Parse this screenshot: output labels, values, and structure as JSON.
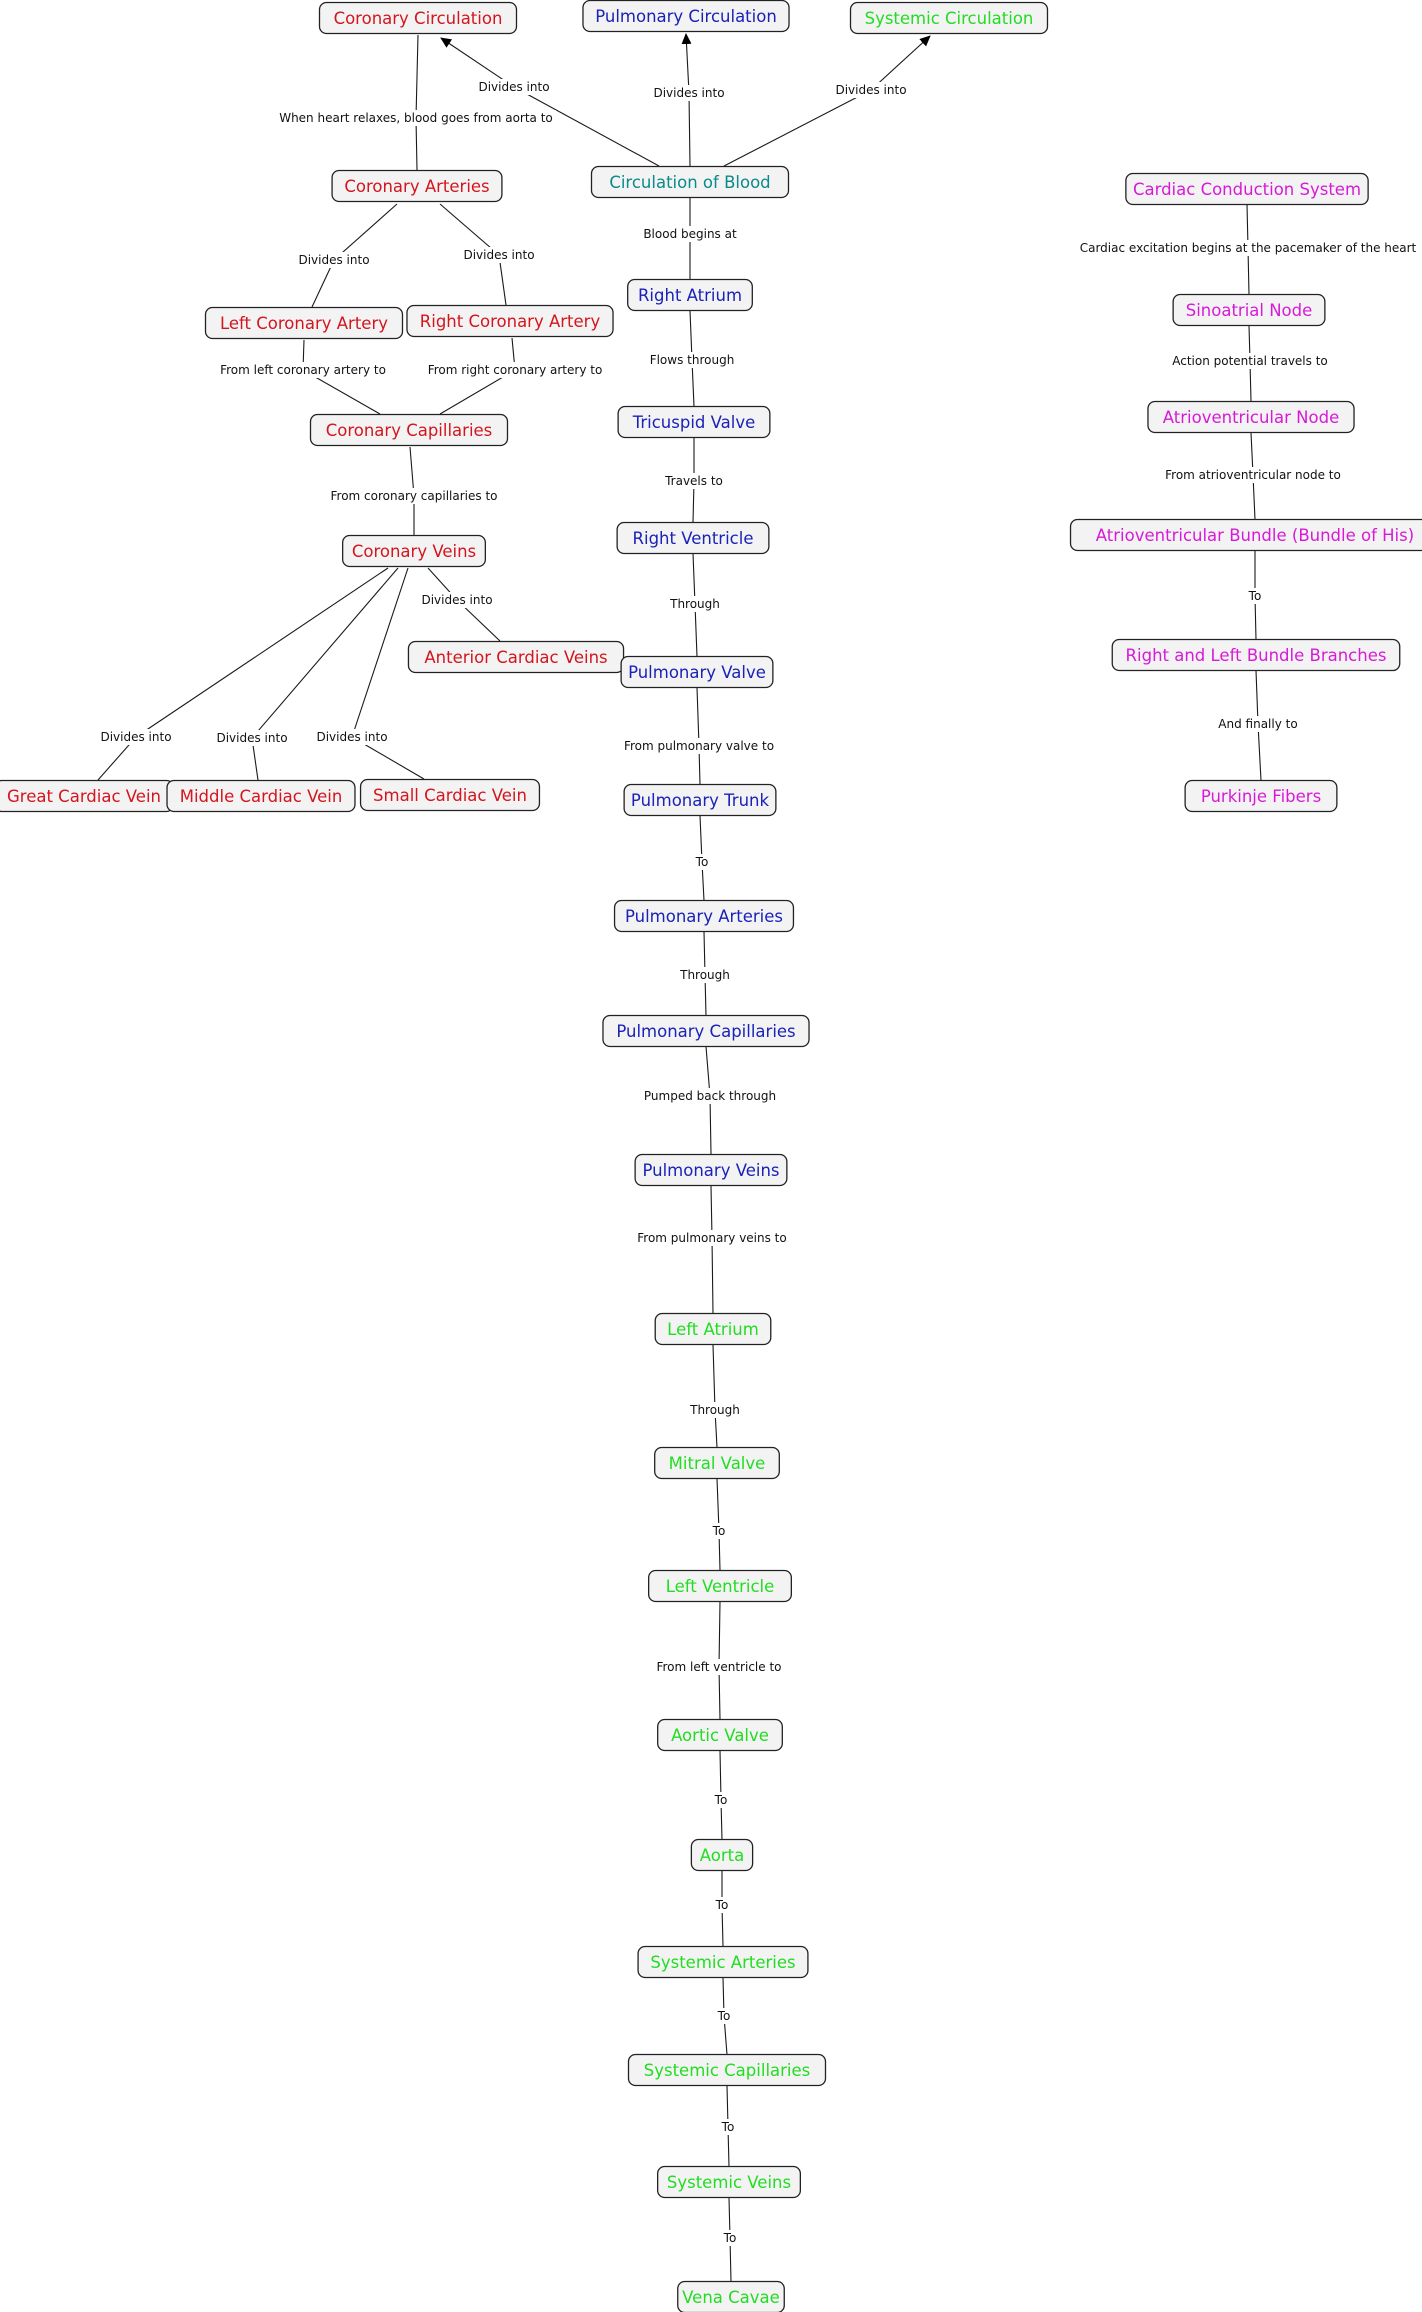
{
  "colors": {
    "coronary": "#d4151d",
    "pulmonary": "#1a22b8",
    "systemic": "#22dd22",
    "hub": "#0a8a8a",
    "conduction": "#d81ad8"
  },
  "nodes": [
    {
      "id": "coronary_circulation",
      "label": "Coronary Circulation",
      "group": "coronary"
    },
    {
      "id": "pulmonary_circulation",
      "label": "Pulmonary Circulation",
      "group": "pulmonary"
    },
    {
      "id": "systemic_circulation",
      "label": "Systemic Circulation",
      "group": "systemic"
    },
    {
      "id": "circulation_of_blood",
      "label": "Circulation of Blood",
      "group": "hub"
    },
    {
      "id": "coronary_arteries",
      "label": "Coronary Arteries",
      "group": "coronary"
    },
    {
      "id": "left_coronary_artery",
      "label": "Left Coronary Artery",
      "group": "coronary"
    },
    {
      "id": "right_coronary_artery",
      "label": "Right Coronary Artery",
      "group": "coronary"
    },
    {
      "id": "coronary_capillaries",
      "label": "Coronary Capillaries",
      "group": "coronary"
    },
    {
      "id": "coronary_veins",
      "label": "Coronary Veins",
      "group": "coronary"
    },
    {
      "id": "anterior_cardiac_veins",
      "label": "Anterior Cardiac Veins",
      "group": "coronary"
    },
    {
      "id": "great_cardiac_vein",
      "label": "Great Cardiac Vein",
      "group": "coronary"
    },
    {
      "id": "middle_cardiac_vein",
      "label": "Middle Cardiac Vein",
      "group": "coronary"
    },
    {
      "id": "small_cardiac_vein",
      "label": "Small Cardiac Vein",
      "group": "coronary"
    },
    {
      "id": "right_atrium",
      "label": "Right Atrium",
      "group": "pulmonary"
    },
    {
      "id": "tricuspid_valve",
      "label": "Tricuspid Valve",
      "group": "pulmonary"
    },
    {
      "id": "right_ventricle",
      "label": "Right Ventricle",
      "group": "pulmonary"
    },
    {
      "id": "pulmonary_valve",
      "label": "Pulmonary Valve",
      "group": "pulmonary"
    },
    {
      "id": "pulmonary_trunk",
      "label": "Pulmonary Trunk",
      "group": "pulmonary"
    },
    {
      "id": "pulmonary_arteries",
      "label": "Pulmonary Arteries",
      "group": "pulmonary"
    },
    {
      "id": "pulmonary_capillaries",
      "label": "Pulmonary Capillaries",
      "group": "pulmonary"
    },
    {
      "id": "pulmonary_veins",
      "label": "Pulmonary Veins",
      "group": "pulmonary"
    },
    {
      "id": "left_atrium",
      "label": "Left Atrium",
      "group": "systemic"
    },
    {
      "id": "mitral_valve",
      "label": "Mitral Valve",
      "group": "systemic"
    },
    {
      "id": "left_ventricle",
      "label": "Left Ventricle",
      "group": "systemic"
    },
    {
      "id": "aortic_valve",
      "label": "Aortic Valve",
      "group": "systemic"
    },
    {
      "id": "aorta",
      "label": "Aorta",
      "group": "systemic"
    },
    {
      "id": "systemic_arteries",
      "label": "Systemic Arteries",
      "group": "systemic"
    },
    {
      "id": "systemic_capillaries",
      "label": "Systemic Capillaries",
      "group": "systemic"
    },
    {
      "id": "systemic_veins",
      "label": "Systemic Veins",
      "group": "systemic"
    },
    {
      "id": "vena_cavae",
      "label": "Vena Cavae",
      "group": "systemic"
    },
    {
      "id": "cardiac_conduction_system",
      "label": "Cardiac Conduction System",
      "group": "conduction"
    },
    {
      "id": "sinoatrial_node",
      "label": "Sinoatrial Node",
      "group": "conduction"
    },
    {
      "id": "atrioventricular_node",
      "label": "Atrioventricular Node",
      "group": "conduction"
    },
    {
      "id": "av_bundle",
      "label": "Atrioventricular Bundle (Bundle of His)",
      "group": "conduction"
    },
    {
      "id": "bundle_branches",
      "label": "Right and Left Bundle Branches",
      "group": "conduction"
    },
    {
      "id": "purkinje_fibers",
      "label": "Purkinje Fibers",
      "group": "conduction"
    }
  ],
  "edges": [
    {
      "from": "circulation_of_blood",
      "to": "coronary_circulation",
      "label": "Divides into",
      "arrow": true
    },
    {
      "from": "circulation_of_blood",
      "to": "pulmonary_circulation",
      "label": "Divides into",
      "arrow": true
    },
    {
      "from": "circulation_of_blood",
      "to": "systemic_circulation",
      "label": "Divides into",
      "arrow": true
    },
    {
      "from": "coronary_circulation",
      "to": "coronary_arteries",
      "label": "When heart relaxes, blood goes from aorta to",
      "arrow": false
    },
    {
      "from": "coronary_arteries",
      "to": "left_coronary_artery",
      "label": "Divides into",
      "arrow": false
    },
    {
      "from": "coronary_arteries",
      "to": "right_coronary_artery",
      "label": "Divides into",
      "arrow": false
    },
    {
      "from": "left_coronary_artery",
      "to": "coronary_capillaries",
      "label": "From left coronary artery to",
      "arrow": false
    },
    {
      "from": "right_coronary_artery",
      "to": "coronary_capillaries",
      "label": "From right coronary artery to",
      "arrow": false
    },
    {
      "from": "coronary_capillaries",
      "to": "coronary_veins",
      "label": "From coronary capillaries to",
      "arrow": false
    },
    {
      "from": "coronary_veins",
      "to": "anterior_cardiac_veins",
      "label": "Divides into",
      "arrow": false
    },
    {
      "from": "coronary_veins",
      "to": "great_cardiac_vein",
      "label": "Divides into",
      "arrow": false
    },
    {
      "from": "coronary_veins",
      "to": "middle_cardiac_vein",
      "label": "Divides into",
      "arrow": false
    },
    {
      "from": "coronary_veins",
      "to": "small_cardiac_vein",
      "label": "Divides into",
      "arrow": false
    },
    {
      "from": "circulation_of_blood",
      "to": "right_atrium",
      "label": "Blood begins at",
      "arrow": false
    },
    {
      "from": "right_atrium",
      "to": "tricuspid_valve",
      "label": "Flows through",
      "arrow": false
    },
    {
      "from": "tricuspid_valve",
      "to": "right_ventricle",
      "label": "Travels to",
      "arrow": false
    },
    {
      "from": "right_ventricle",
      "to": "pulmonary_valve",
      "label": "Through",
      "arrow": false
    },
    {
      "from": "pulmonary_valve",
      "to": "pulmonary_trunk",
      "label": "From pulmonary valve to",
      "arrow": false
    },
    {
      "from": "pulmonary_trunk",
      "to": "pulmonary_arteries",
      "label": "To",
      "arrow": false
    },
    {
      "from": "pulmonary_arteries",
      "to": "pulmonary_capillaries",
      "label": "Through",
      "arrow": false
    },
    {
      "from": "pulmonary_capillaries",
      "to": "pulmonary_veins",
      "label": "Pumped back through",
      "arrow": false
    },
    {
      "from": "pulmonary_veins",
      "to": "left_atrium",
      "label": "From pulmonary veins to",
      "arrow": false
    },
    {
      "from": "left_atrium",
      "to": "mitral_valve",
      "label": "Through",
      "arrow": false
    },
    {
      "from": "mitral_valve",
      "to": "left_ventricle",
      "label": "To",
      "arrow": false
    },
    {
      "from": "left_ventricle",
      "to": "aortic_valve",
      "label": "From left ventricle to",
      "arrow": false
    },
    {
      "from": "aortic_valve",
      "to": "aorta",
      "label": "To",
      "arrow": false
    },
    {
      "from": "aorta",
      "to": "systemic_arteries",
      "label": "To",
      "arrow": false
    },
    {
      "from": "systemic_arteries",
      "to": "systemic_capillaries",
      "label": "To",
      "arrow": false
    },
    {
      "from": "systemic_capillaries",
      "to": "systemic_veins",
      "label": "To",
      "arrow": false
    },
    {
      "from": "systemic_veins",
      "to": "vena_cavae",
      "label": "To",
      "arrow": false
    },
    {
      "from": "cardiac_conduction_system",
      "to": "sinoatrial_node",
      "label": "Cardiac excitation begins at the pacemaker of the heart",
      "arrow": false
    },
    {
      "from": "sinoatrial_node",
      "to": "atrioventricular_node",
      "label": "Action potential travels to",
      "arrow": false
    },
    {
      "from": "atrioventricular_node",
      "to": "av_bundle",
      "label": "From atrioventricular node to",
      "arrow": false
    },
    {
      "from": "av_bundle",
      "to": "bundle_branches",
      "label": "To",
      "arrow": false
    },
    {
      "from": "bundle_branches",
      "to": "purkinje_fibers",
      "label": "And finally to",
      "arrow": false
    }
  ]
}
